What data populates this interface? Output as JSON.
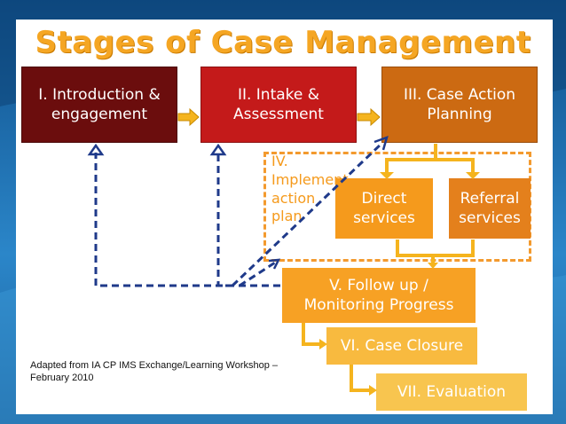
{
  "title": "Stages of Case Management",
  "stages": {
    "intro": {
      "line1": "I. Introduction &",
      "line2": "engagement"
    },
    "intake": {
      "line1": "II. Intake &",
      "line2": "Assessment"
    },
    "plan": {
      "line1": "III. Case Action",
      "line2": "Planning"
    },
    "implement": {
      "line1": "IV. Implement",
      "line2": "action",
      "line3": "plan"
    },
    "direct": {
      "line1": "Direct",
      "line2": "services"
    },
    "referral": {
      "line1": "Referral",
      "line2": "services"
    },
    "followup": {
      "line1": "V. Follow up /",
      "line2": "Monitoring Progress"
    },
    "closure": "VI. Case Closure",
    "evaluation": "VII. Evaluation"
  },
  "credit": {
    "line1": "Adapted from IA CP IMS Exchange/Learning Workshop –",
    "line2": "February 2010"
  },
  "colors": {
    "title": "#f5a623",
    "stage1": "#6b0d0d",
    "stage2": "#c41a1a",
    "stage3": "#cc6a12",
    "direct": "#f59a1c",
    "referral": "#e4801c",
    "followup": "#f7a124",
    "closure": "#f8ba3f",
    "evaluation": "#f8c54f",
    "connector": "#f5b41e",
    "feedback_dash": "#1f3a8a",
    "background": "#1f6aa5"
  }
}
